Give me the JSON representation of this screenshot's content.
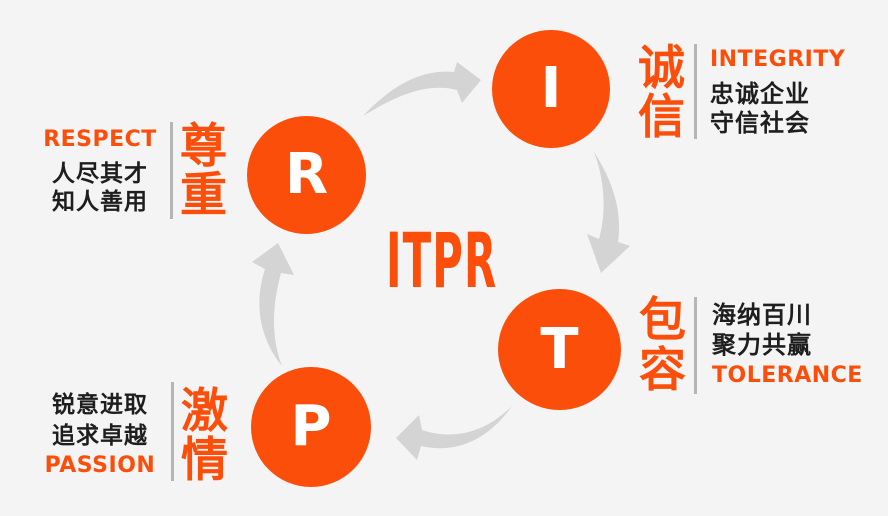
{
  "palette": {
    "background": "#f4f4f4",
    "accent_orange": "#fb4e0a",
    "arrow_gray": "#d4d4d4",
    "divider_gray": "#b5b5b5",
    "text_dark": "#1e1e1e"
  },
  "center_title": "ITPR",
  "nodes": {
    "integrity": {
      "letter": "I",
      "cn": "诚信",
      "en": "INTEGRITY",
      "lines": [
        "忠诚企业",
        "守信社会"
      ]
    },
    "tolerance": {
      "letter": "T",
      "cn": "包容",
      "en": "TOLERANCE",
      "lines": [
        "海纳百川",
        "聚力共赢"
      ]
    },
    "passion": {
      "letter": "P",
      "cn": "激情",
      "en": "PASSION",
      "lines": [
        "锐意进取",
        "追求卓越"
      ]
    },
    "respect": {
      "letter": "R",
      "cn": "尊重",
      "en": "RESPECT",
      "lines": [
        "人尽其才",
        "知人善用"
      ]
    }
  },
  "icons": {
    "arrows": [
      "cycle-arrow-r-to-i",
      "cycle-arrow-i-to-t",
      "cycle-arrow-t-to-p",
      "cycle-arrow-p-to-r"
    ]
  }
}
